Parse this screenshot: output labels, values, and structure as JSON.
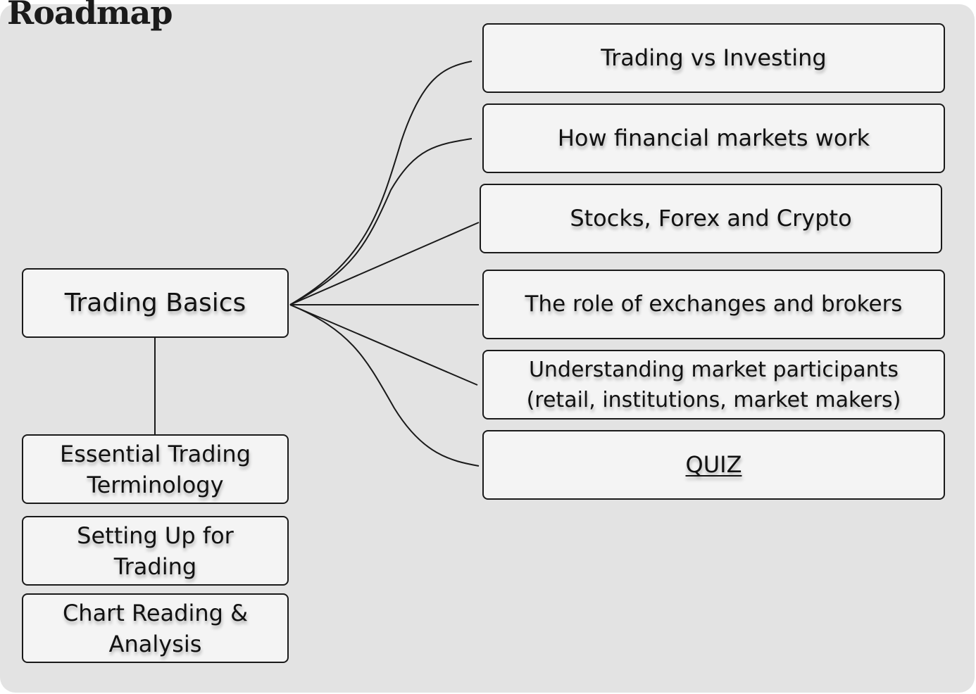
{
  "header": {
    "title": "Roadmap"
  },
  "roadmap": {
    "main_topic": "Trading Basics",
    "left_topics": [
      "Essential Trading Terminology",
      "Setting Up for Trading",
      "Chart Reading & Analysis"
    ],
    "subtopics": [
      "Trading vs Investing",
      "How financial markets work",
      "Stocks, Forex and Crypto",
      "The role of exchanges and brokers",
      "Understanding market participants (retail, institutions, market makers)",
      "QUIZ"
    ]
  },
  "colors": {
    "panel_background": "#e3e3e3",
    "node_background": "#f4f4f4",
    "border": "#1a1a1a",
    "text": "#111111"
  }
}
